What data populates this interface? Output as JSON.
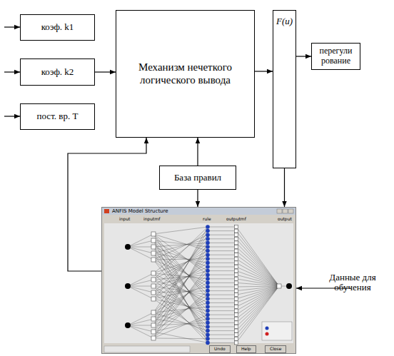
{
  "diagram": {
    "nodes": [
      {
        "text": [
          "коэф. k1"
        ]
      },
      {
        "text": [
          "коэф. k2"
        ]
      },
      {
        "text": [
          "пост. вр. T"
        ]
      },
      {
        "text": [
          "Механизм нечеткого логического вывода"
        ]
      },
      {
        "text": [
          "F(u)"
        ]
      },
      {
        "text": [
          "перегули рование"
        ]
      },
      {
        "text": [
          "База правил"
        ]
      },
      {
        "text": [
          "ANFIS Model Structure"
        ]
      }
    ],
    "edges": [
      {
        "from": 1,
        "to": 3,
        "arrow": "to"
      },
      {
        "from": 3,
        "to": 4,
        "arrow": "to"
      },
      {
        "from": 4,
        "to": 5,
        "arrow": "to"
      },
      {
        "from": 6,
        "to": 3,
        "arrow": "to"
      },
      {
        "from": 6,
        "to": 7,
        "arrow": "to"
      },
      {
        "from": 7,
        "to": 3,
        "arrow": "to"
      },
      {
        "from": 4,
        "to": 7,
        "arrow": "to"
      }
    ],
    "labels": [
      "input",
      "inputmf",
      "rule",
      "outputmf",
      "output",
      "Undo",
      "Help",
      "Close",
      "Данные для обучения"
    ]
  }
}
